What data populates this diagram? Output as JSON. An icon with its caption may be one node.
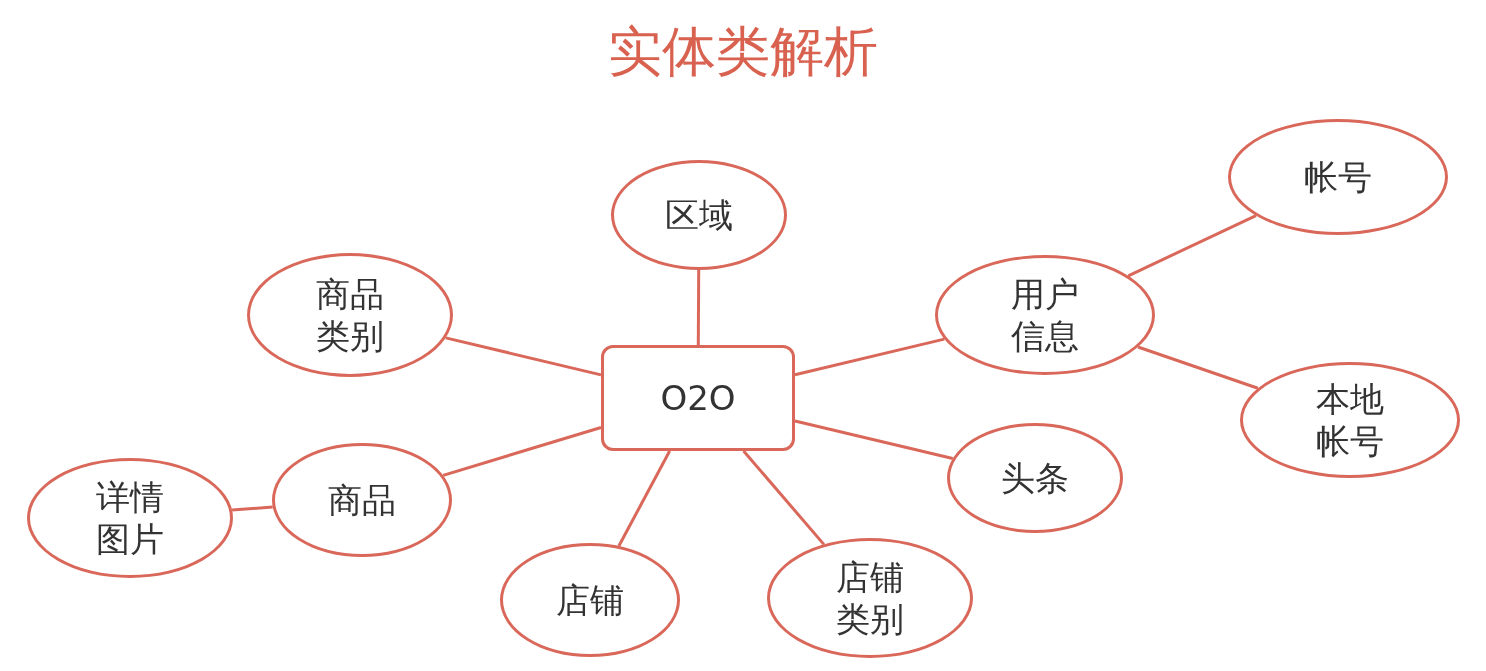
{
  "diagram": {
    "title": "实体类解析",
    "nodes": [
      {
        "text": [
          "O2O"
        ]
      },
      {
        "text": [
          "区域"
        ]
      },
      {
        "text": [
          "商品类别"
        ]
      },
      {
        "text": [
          "用户信息"
        ]
      },
      {
        "text": [
          "帐号"
        ]
      },
      {
        "text": [
          "本地帐号"
        ]
      },
      {
        "text": [
          "头条"
        ]
      },
      {
        "text": [
          "商品"
        ]
      },
      {
        "text": [
          "详情图片"
        ]
      },
      {
        "text": [
          "店铺"
        ]
      },
      {
        "text": [
          "店铺类别"
        ]
      }
    ],
    "edges": [
      {
        "from": 0,
        "to": 1,
        "arrow": "none"
      },
      {
        "from": 0,
        "to": 2,
        "arrow": "none"
      },
      {
        "from": 0,
        "to": 3,
        "arrow": "none"
      },
      {
        "from": 3,
        "to": 4,
        "arrow": "none"
      },
      {
        "from": 3,
        "to": 5,
        "arrow": "none"
      },
      {
        "from": 0,
        "to": 6,
        "arrow": "none"
      },
      {
        "from": 0,
        "to": 7,
        "arrow": "none"
      },
      {
        "from": 7,
        "to": 8,
        "arrow": "none"
      },
      {
        "from": 0,
        "to": 9,
        "arrow": "none"
      },
      {
        "from": 0,
        "to": 10,
        "arrow": "none"
      }
    ]
  }
}
